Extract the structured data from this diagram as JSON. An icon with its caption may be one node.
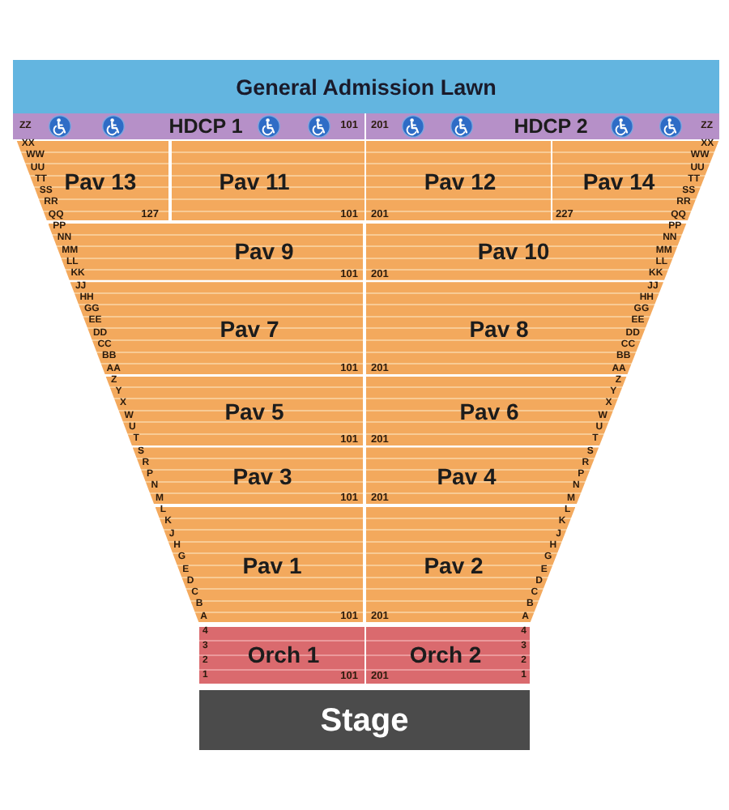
{
  "diagram": {
    "nodes": [
      {
        "text": [
          "General Admission Lawn"
        ]
      },
      {
        "text": [
          "HDCP 1",
          "101"
        ]
      },
      {
        "text": [
          "201",
          "HDCP 2"
        ]
      },
      {
        "text": [
          "Pav 13",
          "127"
        ]
      },
      {
        "text": [
          "Pav 11",
          "101"
        ]
      },
      {
        "text": [
          "Pav 12",
          "201"
        ]
      },
      {
        "text": [
          "Pav 14",
          "227"
        ]
      },
      {
        "text": [
          "Pav 9",
          "101"
        ]
      },
      {
        "text": [
          "Pav 10",
          "201"
        ]
      },
      {
        "text": [
          "Pav 7",
          "101"
        ]
      },
      {
        "text": [
          "Pav 8",
          "201"
        ]
      },
      {
        "text": [
          "Pav 5",
          "101"
        ]
      },
      {
        "text": [
          "Pav 6",
          "201"
        ]
      },
      {
        "text": [
          "Pav 3",
          "101"
        ]
      },
      {
        "text": [
          "Pav 4",
          "201"
        ]
      },
      {
        "text": [
          "Pav 1",
          "101"
        ]
      },
      {
        "text": [
          "Pav 2",
          "201"
        ]
      },
      {
        "text": [
          "Orch 1",
          "101"
        ]
      },
      {
        "text": [
          "Orch 2",
          "201"
        ]
      },
      {
        "text": [
          "Stage"
        ]
      }
    ],
    "labels": [
      "ZZ",
      "ZZ",
      "XX",
      "XX",
      "WW",
      "WW",
      "UU",
      "UU",
      "TT",
      "TT",
      "SS",
      "SS",
      "RR",
      "RR",
      "QQ",
      "QQ",
      "PP",
      "PP",
      "NN",
      "NN",
      "MM",
      "MM",
      "LL",
      "LL",
      "KK",
      "KK",
      "JJ",
      "JJ",
      "HH",
      "HH",
      "GG",
      "GG",
      "EE",
      "EE",
      "DD",
      "DD",
      "CC",
      "CC",
      "BB",
      "BB",
      "AA",
      "AA",
      "Z",
      "Z",
      "Y",
      "Y",
      "X",
      "X",
      "W",
      "W",
      "U",
      "U",
      "T",
      "T",
      "S",
      "S",
      "R",
      "R",
      "P",
      "P",
      "N",
      "N",
      "M",
      "M",
      "L",
      "L",
      "K",
      "K",
      "J",
      "J",
      "H",
      "H",
      "G",
      "G",
      "E",
      "E",
      "D",
      "D",
      "C",
      "C",
      "B",
      "B",
      "A",
      "A",
      "4",
      "4",
      "3",
      "3",
      "2",
      "2",
      "1",
      "1"
    ]
  }
}
